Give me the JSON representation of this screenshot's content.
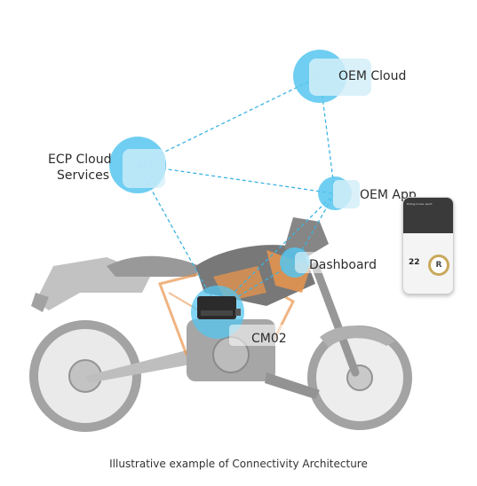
{
  "nodes": {
    "ecp_cloud": {
      "line1": "ECP  Cloud",
      "line2": "Services"
    },
    "oem_cloud": "OEM Cloud",
    "oem_app": "OEM App",
    "dashboard": "Dashboard",
    "cm02": "CM02"
  },
  "phone": {
    "title": "Riding mode: sport",
    "speed_value": "22",
    "gear_value": "R"
  },
  "caption": "Illustrative example of Connectivity Architecture",
  "colors": {
    "node_fill": "#56c6ef",
    "connector": "#3bb3e0",
    "bike_gray": "#a9a9a9",
    "bike_orange": "#e7893a"
  }
}
